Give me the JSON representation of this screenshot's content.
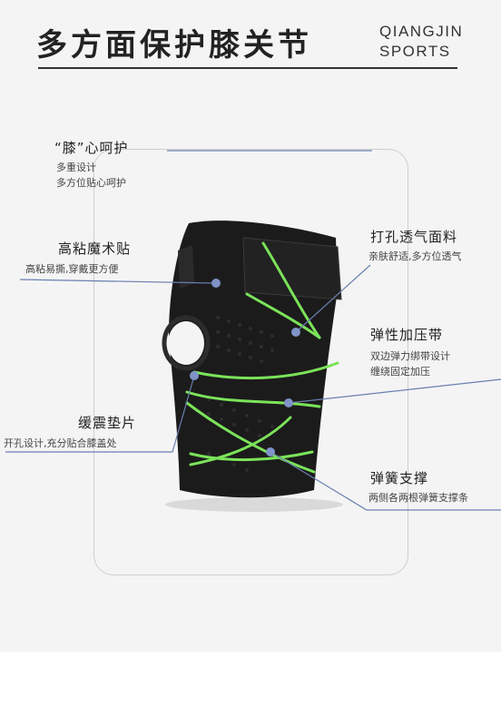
{
  "header": {
    "title": "多方面保护膝关节",
    "brand_line1": "QIANGJIN",
    "brand_line2": "SPORTS"
  },
  "features": {
    "heart": {
      "title": "“膝”心呵护",
      "desc1": "多重设计",
      "desc2": "多方位贴心呵护"
    },
    "velcro": {
      "title": "高粘魔术贴",
      "desc1": "高粘易撕,穿戴更方便"
    },
    "cushion": {
      "title": "缓震垫片",
      "desc1": "开孔设计,充分贴合膝盖处"
    },
    "breathable": {
      "title": "打孔透气面料",
      "desc1": "亲肤舒适,多方位透气"
    },
    "elastic": {
      "title": "弹性加压带",
      "desc1": "双边弹力绑带设计",
      "desc2": "缠绕固定加压"
    },
    "spring": {
      "title": "弹簧支撑",
      "desc1": "两侧各两根弹簧支撑条"
    }
  },
  "colors": {
    "accent_green": "#7be35a",
    "brace_black": "#1b1b1b",
    "line_blue": "#6a7fb0",
    "dot_blue": "#7f93c8"
  }
}
